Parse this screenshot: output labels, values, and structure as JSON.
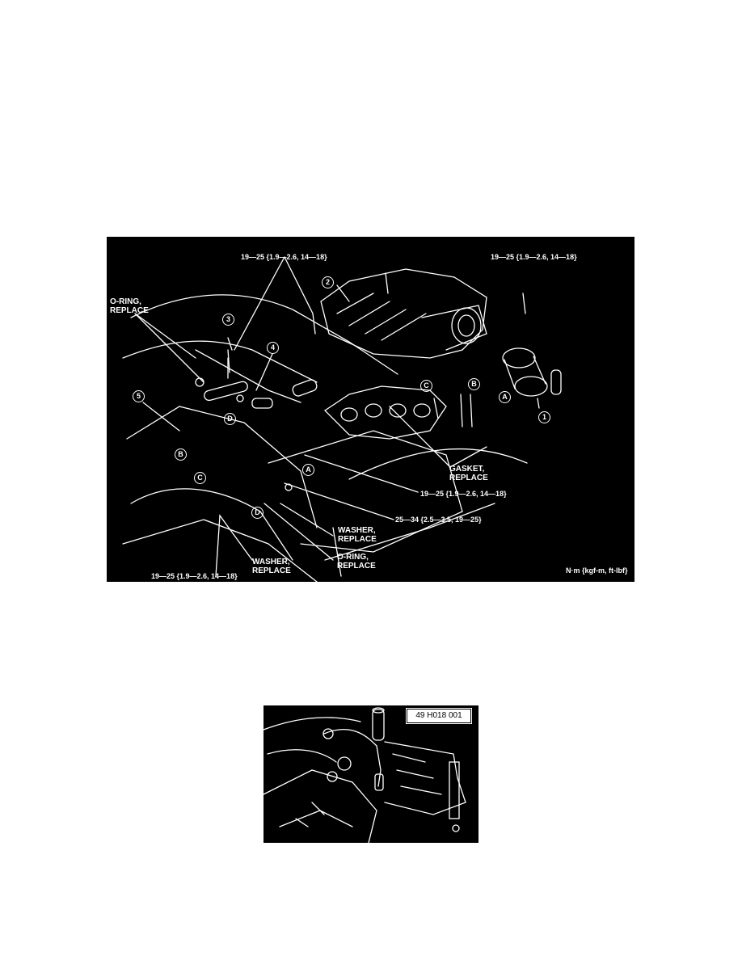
{
  "figure1": {
    "torque_top_center": "19—25 {1.9—2.6, 14—18}",
    "torque_top_right": "19—25 {1.9—2.6, 14—18}",
    "oring_top": "O-RING,\nREPLACE",
    "gasket": "GASKET,\nREPLACE",
    "torque_mid": "19—25 {1.9—2.6, 14—18}",
    "torque_mid2": "25—34 {2.5—3.5, 19—25}",
    "washer_right": "WASHER,\nREPLACE",
    "oring_bottom": "O-RING,\nREPLACE",
    "washer_left": "WASHER,\nREPLACE",
    "torque_bottom_left": "19—25 {1.9—2.6, 14—18}",
    "units": "N·m {kgf-m, ft-lbf}",
    "callouts": {
      "n1": "1",
      "n2": "2",
      "n3": "3",
      "n4": "4",
      "n5": "5",
      "a1": "A",
      "a2": "A",
      "b1": "B",
      "b2": "B",
      "c1": "C",
      "c2": "C",
      "d1": "D",
      "d2": "D"
    }
  },
  "figure2": {
    "tool_number": "49 H018 001"
  }
}
